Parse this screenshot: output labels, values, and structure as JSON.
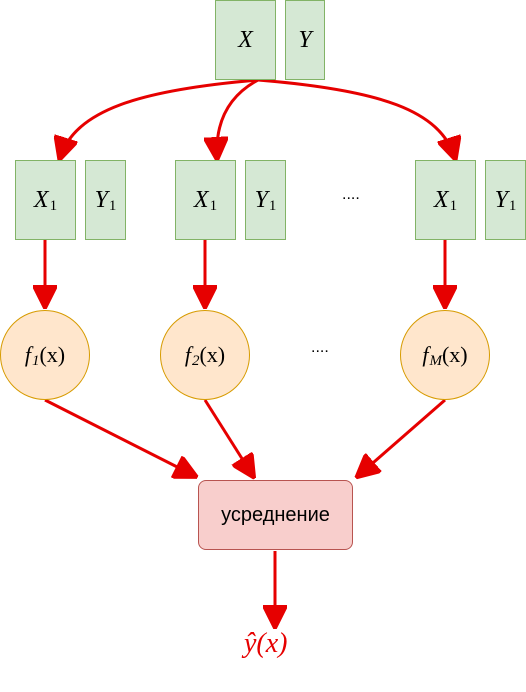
{
  "colors": {
    "box_fill": "#d5e8d4",
    "box_border": "#82b366",
    "circle_fill": "#ffe6cc",
    "circle_border": "#d79b00",
    "avg_fill": "#f8cecc",
    "avg_border": "#b85450",
    "arrow": "#e60000",
    "output_text": "#e60000"
  },
  "dataset": {
    "x": "X",
    "y": "Y"
  },
  "samples": [
    {
      "x_var": "X",
      "x_sub": "1",
      "y_var": "Y",
      "y_sub": "1"
    },
    {
      "x_var": "X",
      "x_sub": "1",
      "y_var": "Y",
      "y_sub": "1"
    },
    {
      "x_var": "X",
      "x_sub": "1",
      "y_var": "Y",
      "y_sub": "1"
    }
  ],
  "models": [
    {
      "fn": "f",
      "sub": "1",
      "arg": "(x)"
    },
    {
      "fn": "f",
      "sub": "2",
      "arg": "(x)"
    },
    {
      "fn": "f",
      "sub": "M",
      "arg": "(x)"
    }
  ],
  "ellipsis_samples": "....",
  "ellipsis_models": "....",
  "averaging": {
    "label": "усреднение"
  },
  "output": {
    "label": "ŷ(x)"
  }
}
